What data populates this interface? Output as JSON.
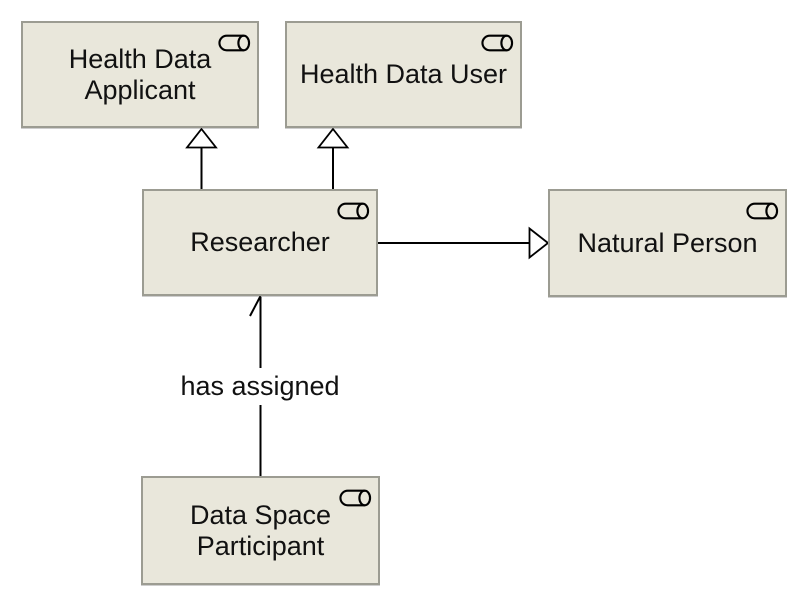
{
  "diagram": {
    "kind": "archimate-role-diagram",
    "nodes": [
      {
        "id": "health-data-applicant",
        "label": "Health Data Applicant",
        "icon": "business-role-icon"
      },
      {
        "id": "health-data-user",
        "label": "Health Data User",
        "icon": "business-role-icon"
      },
      {
        "id": "researcher",
        "label": "Researcher",
        "icon": "business-role-icon"
      },
      {
        "id": "natural-person",
        "label": "Natural Person",
        "icon": "business-role-icon"
      },
      {
        "id": "data-space-participant",
        "label": "Data Space Participant",
        "icon": "business-role-icon"
      }
    ],
    "edges": [
      {
        "from": "researcher",
        "to": "health-data-applicant",
        "type": "specialization-hollow-triangle"
      },
      {
        "from": "researcher",
        "to": "health-data-user",
        "type": "specialization-hollow-triangle"
      },
      {
        "from": "researcher",
        "to": "natural-person",
        "type": "specialization-hollow-triangle"
      },
      {
        "from": "data-space-participant",
        "to": "researcher",
        "type": "open-arrow",
        "label": "has assigned"
      }
    ]
  },
  "colors": {
    "canvas": "#ffffff",
    "node-fill": "#e9e7db",
    "node-border": "#9c9c92",
    "edge": "#000000",
    "text": "#111111"
  }
}
